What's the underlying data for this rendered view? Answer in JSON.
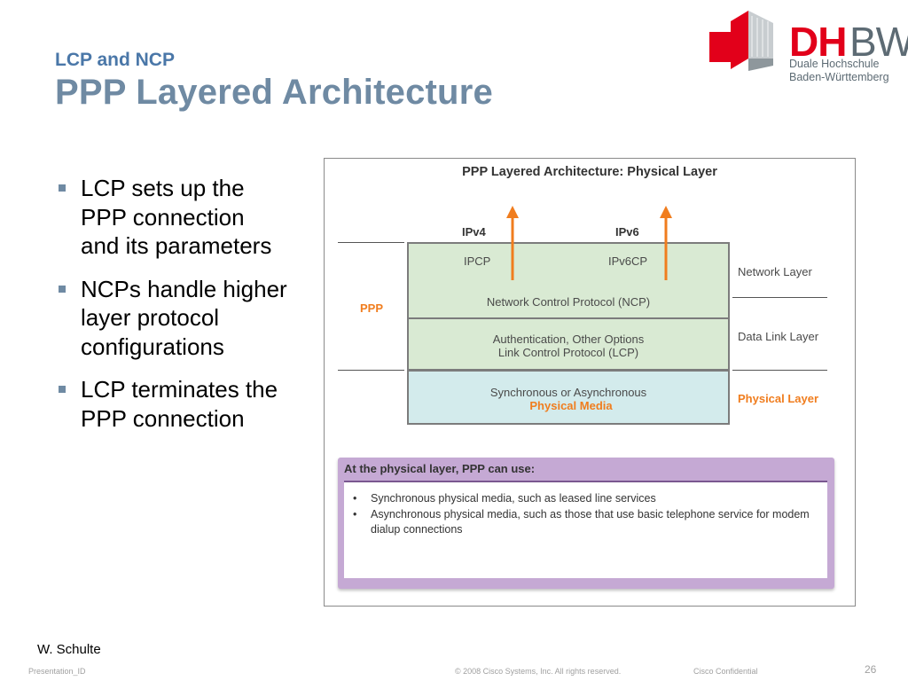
{
  "header": {
    "subtitle": "LCP and NCP",
    "title": "PPP Layered Architecture"
  },
  "logo": {
    "dh": "DH",
    "bw": "BW",
    "line1": "Duale Hochschule",
    "line2": "Baden-Württemberg"
  },
  "bullets": [
    "LCP sets up the PPP connection and its parameters",
    "NCPs handle higher layer protocol configurations",
    "LCP terminates the PPP connection"
  ],
  "diagram": {
    "title": "PPP Layered Architecture: Physical Layer",
    "ipv4": "IPv4",
    "ipv6": "IPv6",
    "ipcp": "IPCP",
    "ipv6cp": "IPv6CP",
    "ncp": "Network Control Protocol (NCP)",
    "lcp_line1": "Authentication, Other Options",
    "lcp_line2": "Link Control Protocol (LCP)",
    "phys_line1": "Synchronous or Asynchronous",
    "phys_line2": "Physical Media",
    "side_network": "Network Layer",
    "side_datalink": "Data Link Layer",
    "side_physical": "Physical Layer",
    "side_ppp": "PPP",
    "colors": {
      "ncp_fill": "#d9ead3",
      "phys_fill": "#d3ebec",
      "accent_orange": "#f07d1e",
      "info_purple": "#c5a9d4"
    },
    "info": {
      "heading": "At the physical layer, PPP can use:",
      "items": [
        "Synchronous physical media, such as leased line services",
        "Asynchronous physical media, such as those that use basic telephone service for modem dialup connections"
      ]
    }
  },
  "footer": {
    "author": "W. Schulte",
    "presentation_id": "Presentation_ID",
    "copyright": "© 2008 Cisco Systems, Inc. All rights reserved.",
    "confidential": "Cisco Confidential",
    "page": "26"
  }
}
